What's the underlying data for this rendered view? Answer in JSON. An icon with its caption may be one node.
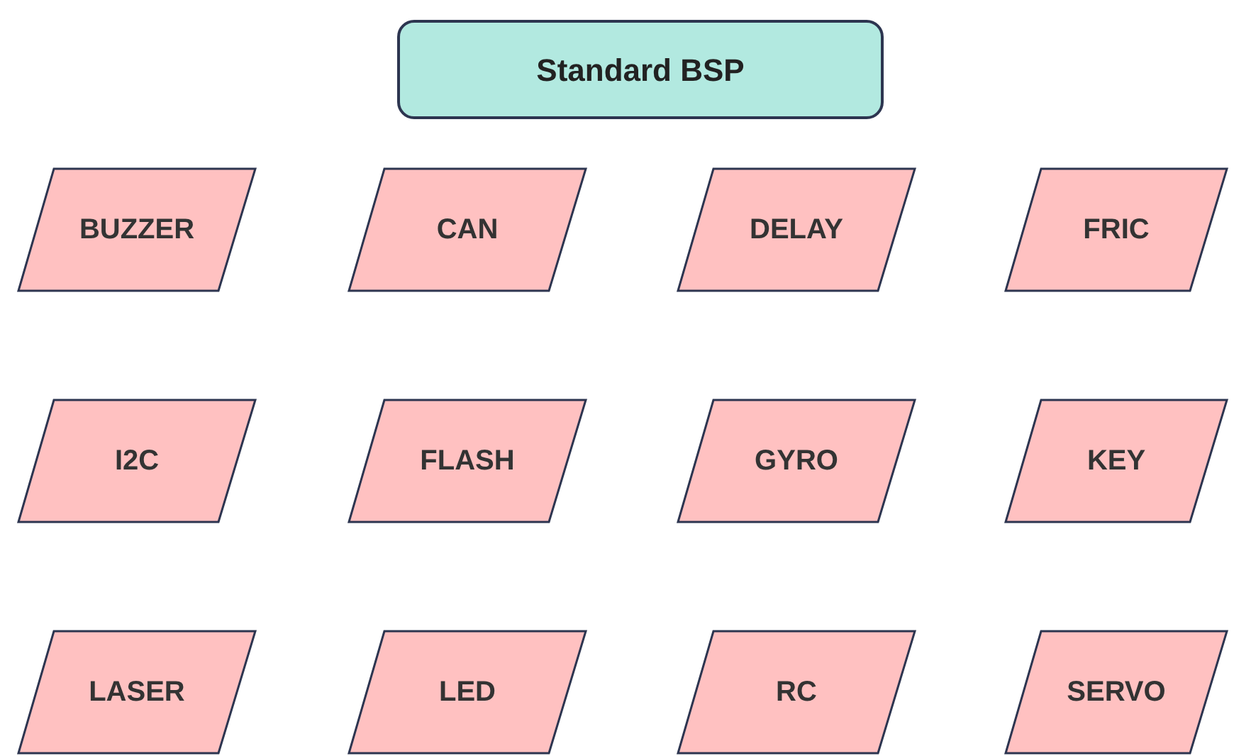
{
  "diagram": {
    "nodes": [
      {
        "text": [
          "Standard BSP"
        ]
      },
      {
        "text": [
          "BUZZER"
        ]
      },
      {
        "text": [
          "CAN"
        ]
      },
      {
        "text": [
          "DELAY"
        ]
      },
      {
        "text": [
          "FRIC"
        ]
      },
      {
        "text": [
          "I2C"
        ]
      },
      {
        "text": [
          "FLASH"
        ]
      },
      {
        "text": [
          "GYRO"
        ]
      },
      {
        "text": [
          "KEY"
        ]
      },
      {
        "text": [
          "LASER"
        ]
      },
      {
        "text": [
          "LED"
        ]
      },
      {
        "text": [
          "RC"
        ]
      },
      {
        "text": [
          "SERVO"
        ]
      }
    ]
  }
}
